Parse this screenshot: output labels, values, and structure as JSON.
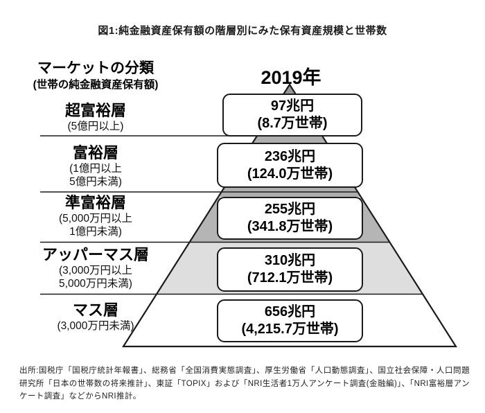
{
  "title": "図1:純金融資産保有額の階層別にみた保有資産規模と世帯数",
  "header": {
    "market_classification": "マーケットの分類",
    "market_classification_sub": "(世帯の純金融資産保有額)",
    "year": "2019年"
  },
  "tiers": [
    {
      "name": "超富裕層",
      "range1": "(5億円以上)",
      "range2": "",
      "amount": "97兆円",
      "households": "(8.7万世帯)"
    },
    {
      "name": "富裕層",
      "range1": "(1億円以上",
      "range2": "5億円未満)",
      "amount": "236兆円",
      "households": "(124.0万世帯)"
    },
    {
      "name": "準富裕層",
      "range1": "(5,000万円以上",
      "range2": "1億円未満)",
      "amount": "255兆円",
      "households": "(341.8万世帯)"
    },
    {
      "name": "アッパーマス層",
      "range1": "(3,000万円以上",
      "range2": "5,000万円未満)",
      "amount": "310兆円",
      "households": "(712.1万世帯)"
    },
    {
      "name": "マス層",
      "range1": "(3,000万円未満)",
      "range2": "",
      "amount": "656兆円",
      "households": "(4,215.7万世帯)"
    }
  ],
  "footer": "出所:国税庁「国税庁統計年報書」、総務省「全国消費実態調査」、厚生労働省「人口動態調査」、国立社会保障・人口問題研究所「日本の世帯数の将来推計」、東証「TOPIX」および「NRI生活者1万人アンケート調査(金融編)」、「NRI富裕層アンケート調査」などからNRI推計。",
  "colors": {
    "outline": "#1a1a1a",
    "apex_band": "#969696",
    "gap_band": "#aeaeae",
    "tier3_fill": "#b5b5b5",
    "tier4_fill": "#dedede",
    "tier5_fill": "#ffffff"
  },
  "chart_data": {
    "type": "pyramid",
    "title": "図1:純金融資産保有額の階層別にみた保有資産規模と世帯数",
    "year": "2019年",
    "categories": [
      "超富裕層(5億円以上)",
      "富裕層(1億円以上5億円未満)",
      "準富裕層(5,000万円以上1億円未満)",
      "アッパーマス層(3,000万円以上5,000万円未満)",
      "マス層(3,000万円未満)"
    ],
    "series": [
      {
        "name": "保有資産規模(兆円)",
        "values": [
          97,
          236,
          255,
          310,
          656
        ]
      },
      {
        "name": "世帯数(万世帯)",
        "values": [
          8.7,
          124.0,
          341.8,
          712.1,
          4215.7
        ]
      }
    ],
    "layout": "5-tier pyramid, apex at top, value boxes centered on each tier, tier labels on left separated by horizontal rules"
  }
}
